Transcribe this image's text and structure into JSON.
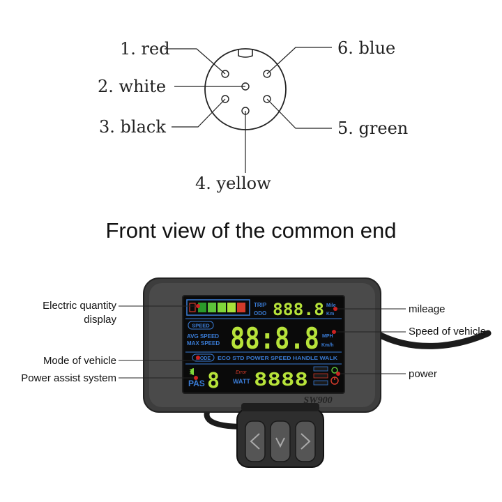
{
  "connector": {
    "pins": [
      {
        "label": "1. red",
        "color": "#d22"
      },
      {
        "label": "2. white",
        "color": "#ffffff"
      },
      {
        "label": "3. black",
        "color": "#111111"
      },
      {
        "label": "4. yellow",
        "color": "#e8d400"
      },
      {
        "label": "5. green",
        "color": "#2a9a2a"
      },
      {
        "label": "6. blue",
        "color": "#2a5ad6"
      }
    ]
  },
  "title": "Front view of the common end",
  "display": {
    "brand": "SW900",
    "trip": "TRIP",
    "odo": "ODO",
    "mileage_value": "888.8",
    "mile_unit": "Mile",
    "km_unit": "Km",
    "speed_badge": "SPEED",
    "avg_speed": "AVG SPEED",
    "max_speed": "MAX SPEED",
    "speed_value": "88:8.8",
    "mph_unit": "MPH",
    "kmh_unit": "Km/h",
    "mode_badge": "MODE",
    "modes": "ECO STD POWER SPEED HANDLE WALK",
    "pas_label": "PAS",
    "pas_value": "8",
    "error_label": "Error",
    "watt_label": "WATT",
    "watt_value": "8888",
    "battery_colors": [
      "#2a9a2a",
      "#5cc23a",
      "#7fd63a",
      "#a8e23a",
      "#d23a2a"
    ]
  },
  "callouts": {
    "electric_quantity_1": "Electric quantity",
    "electric_quantity_2": "display",
    "mode_of_vehicle": "Mode of vehicle",
    "power_assist": "Power assist system",
    "mileage": "mileage",
    "speed_of_vehicle": "Speed of vehicle",
    "power": "power"
  },
  "accent_color": "#cc2222"
}
